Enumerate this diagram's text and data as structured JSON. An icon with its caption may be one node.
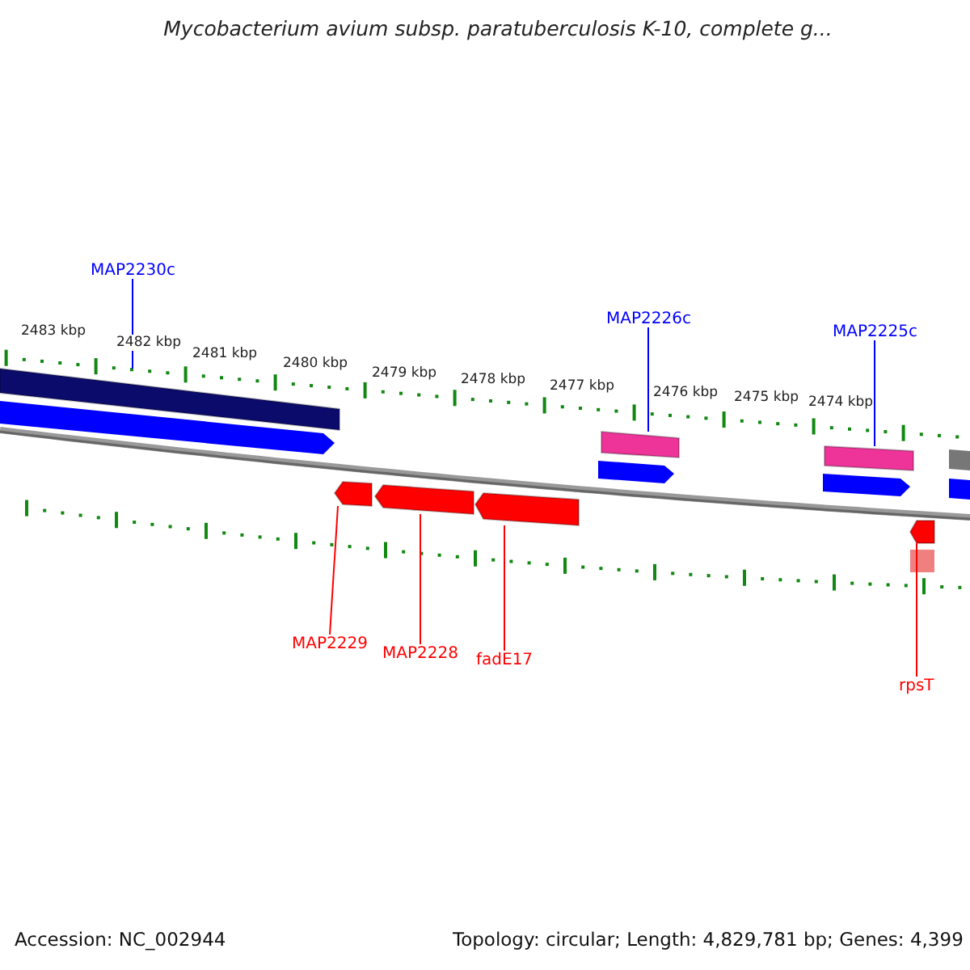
{
  "diagram": {
    "title": "Mycobacterium avium subsp. paratuberculosis K-10, complete g...",
    "nodes": [
      {
        "text": [
          "MAP2230c"
        ]
      },
      {
        "text": [
          "MAP2226c"
        ]
      },
      {
        "text": [
          "MAP2225c"
        ]
      },
      {
        "text": [
          "MAP2229"
        ]
      },
      {
        "text": [
          "MAP2228"
        ]
      },
      {
        "text": [
          "fadE17"
        ]
      },
      {
        "text": [
          "rpsT"
        ]
      },
      {
        "text": [],
        "shape": "bar"
      },
      {
        "text": [],
        "shape": "bar"
      },
      {
        "text": [],
        "shape": "bar"
      },
      {
        "text": [],
        "shape": "bar"
      },
      {
        "text": [],
        "shape": "bar"
      },
      {
        "text": [],
        "shape": "bar"
      },
      {
        "text": [],
        "shape": "bar"
      }
    ],
    "edges": [
      {
        "from": 0,
        "to": 7,
        "arrow": "none",
        "color": "#0000ff"
      },
      {
        "from": 1,
        "to": 8,
        "arrow": "none",
        "color": "#0000ff"
      },
      {
        "from": 2,
        "to": 9,
        "arrow": "none",
        "color": "#0000ff"
      },
      {
        "from": 3,
        "to": 10,
        "arrow": "none"
      },
      {
        "from": 4,
        "to": 11,
        "arrow": "none"
      },
      {
        "from": 5,
        "to": 12,
        "arrow": "none"
      },
      {
        "from": 6,
        "to": 13,
        "arrow": "none"
      }
    ],
    "labels": [
      "2483 kbp",
      "2482 kbp",
      "2481 kbp",
      "2480 kbp",
      "2479 kbp",
      "2478 kbp",
      "2477 kbp",
      "2476 kbp",
      "2475 kbp",
      "2474 kbp",
      "Accession: NC_002944",
      "Topology: circular; Length: 4,829,781 bp; Genes: 4,399"
    ]
  }
}
